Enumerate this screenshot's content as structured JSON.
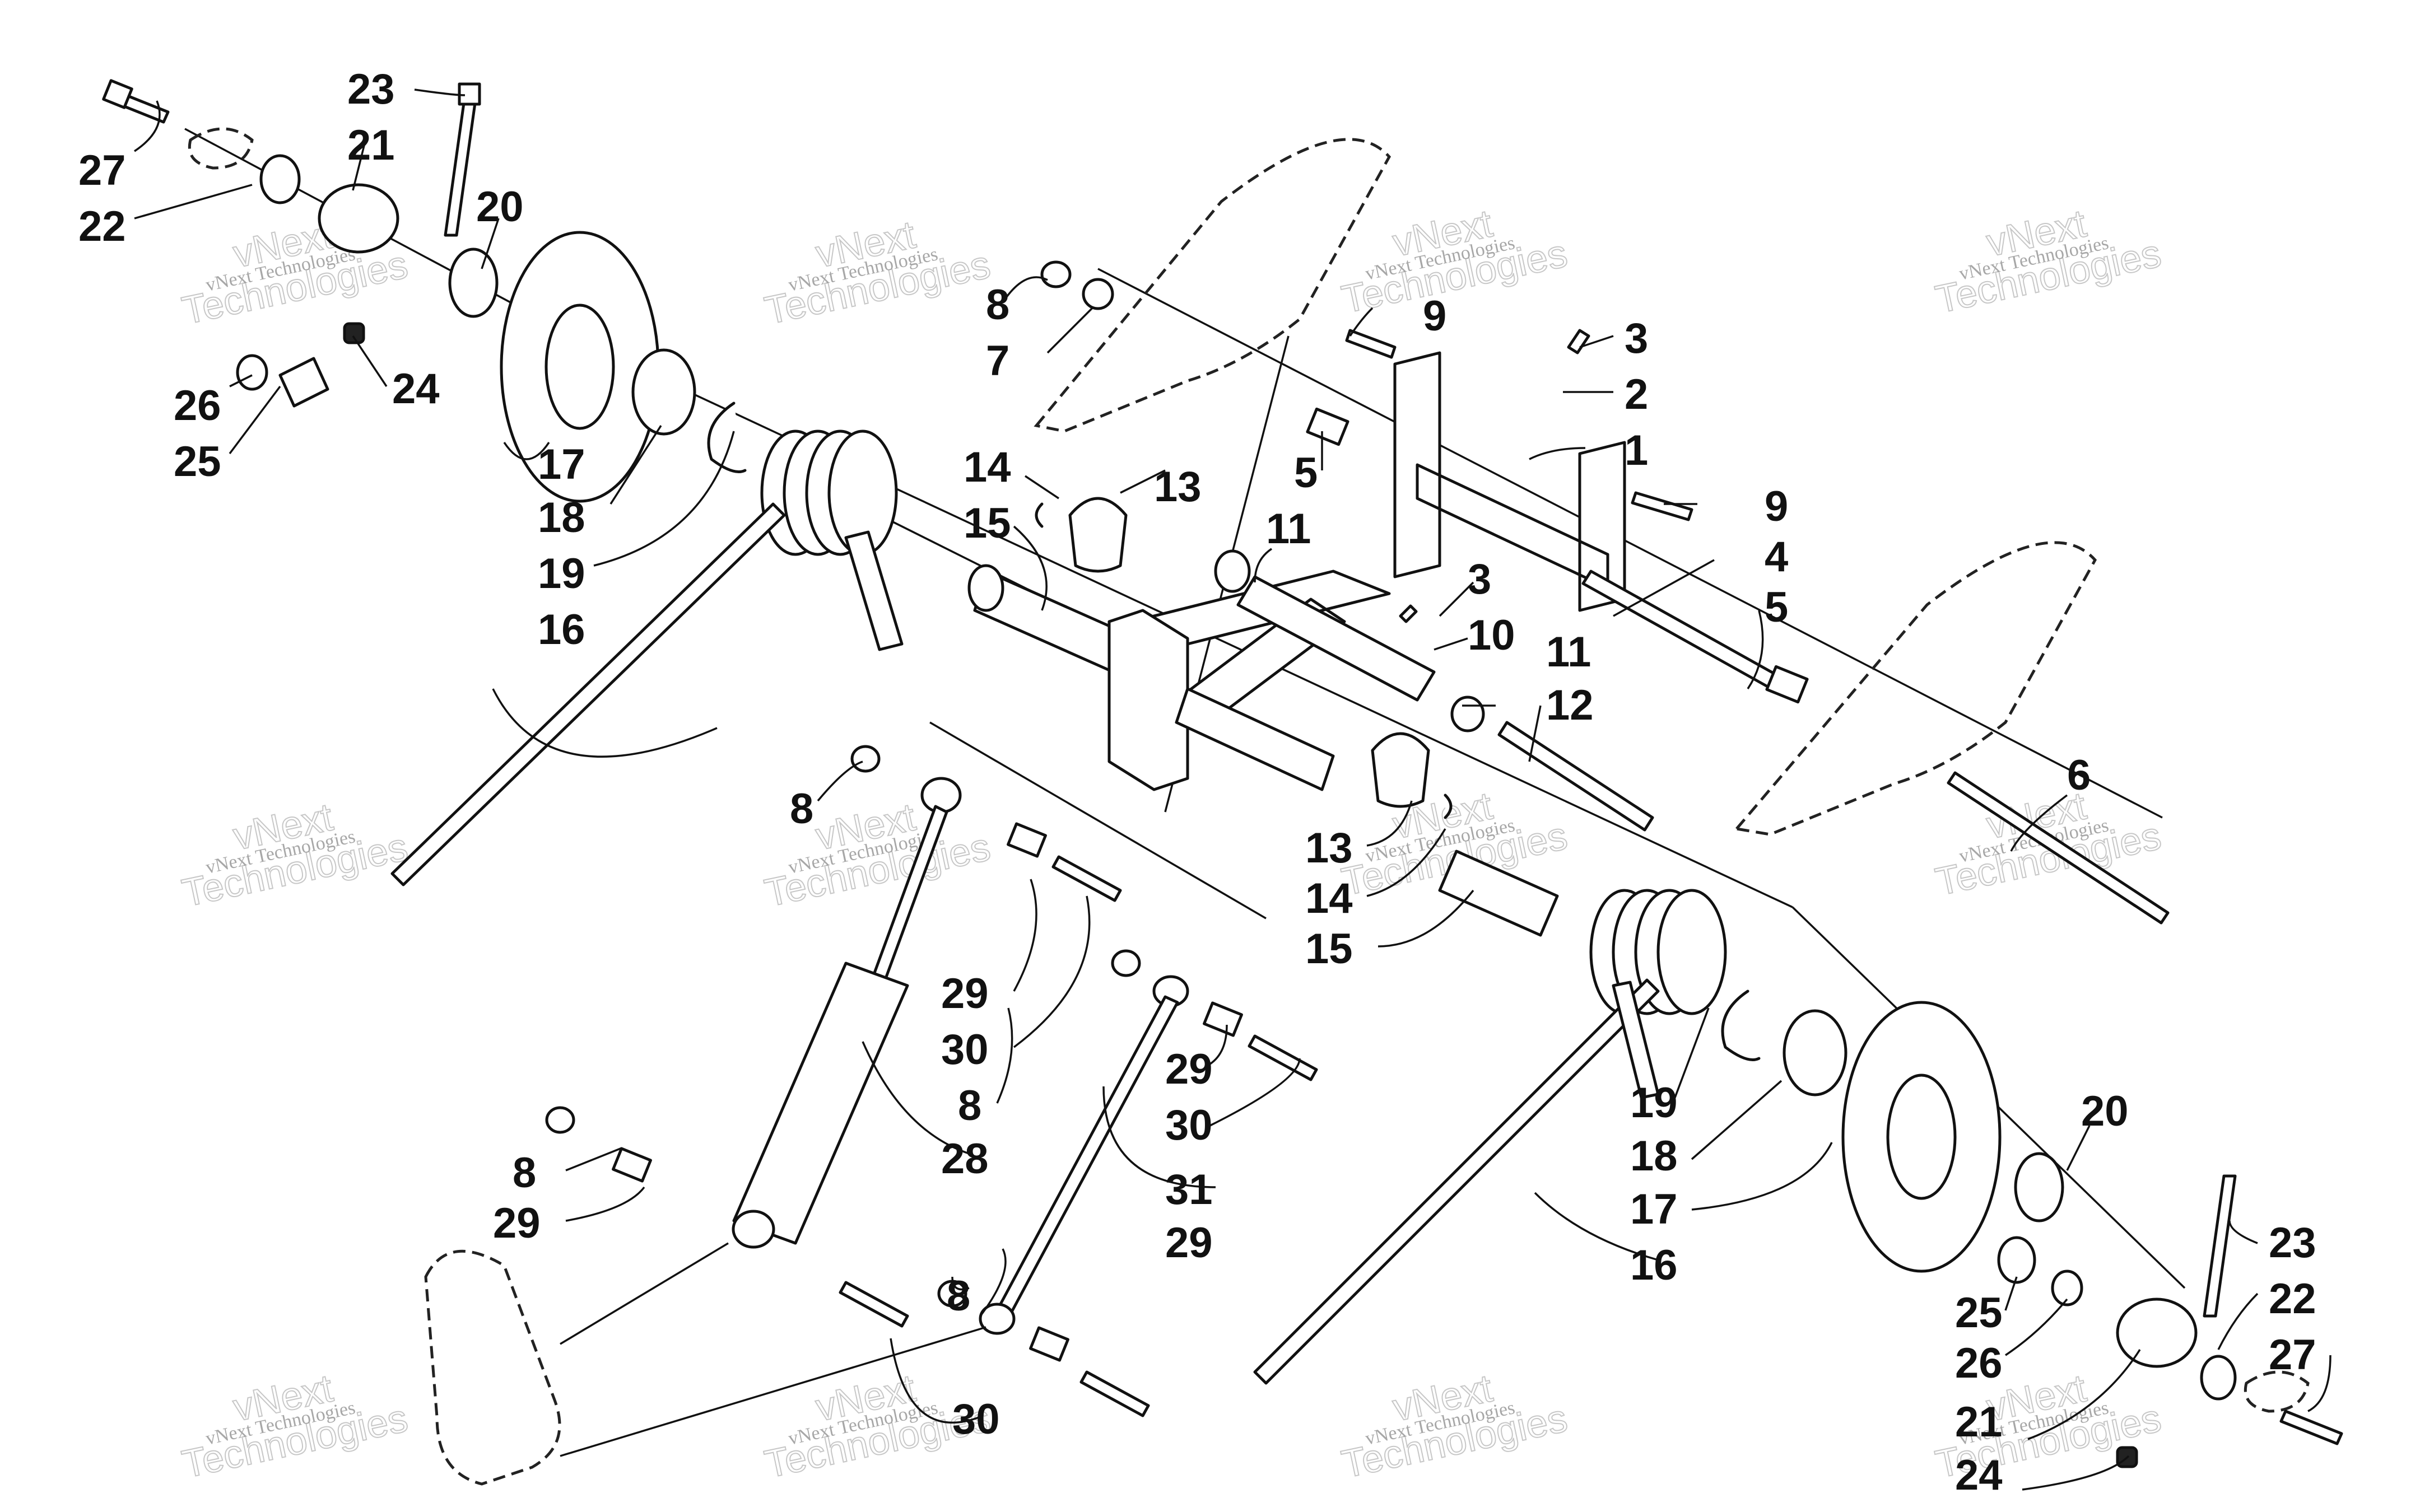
{
  "diagram": {
    "callouts": [
      {
        "id": "c27a",
        "text": "27"
      },
      {
        "id": "c22a",
        "text": "22"
      },
      {
        "id": "c23a",
        "text": "23"
      },
      {
        "id": "c21a",
        "text": "21"
      },
      {
        "id": "c20a",
        "text": "20"
      },
      {
        "id": "c24a",
        "text": "24"
      },
      {
        "id": "c26a",
        "text": "26"
      },
      {
        "id": "c25a",
        "text": "25"
      },
      {
        "id": "c17a",
        "text": "17"
      },
      {
        "id": "c18a",
        "text": "18"
      },
      {
        "id": "c19a",
        "text": "19"
      },
      {
        "id": "c16a",
        "text": "16"
      },
      {
        "id": "c8a",
        "text": "8"
      },
      {
        "id": "c7",
        "text": "7"
      },
      {
        "id": "c9a",
        "text": "9"
      },
      {
        "id": "c3a",
        "text": "3"
      },
      {
        "id": "c2",
        "text": "2"
      },
      {
        "id": "c1",
        "text": "1"
      },
      {
        "id": "c5a",
        "text": "5"
      },
      {
        "id": "c9b",
        "text": "9"
      },
      {
        "id": "c4",
        "text": "4"
      },
      {
        "id": "c5b",
        "text": "5"
      },
      {
        "id": "c14a",
        "text": "14"
      },
      {
        "id": "c13a",
        "text": "13"
      },
      {
        "id": "c15a",
        "text": "15"
      },
      {
        "id": "c11a",
        "text": "11"
      },
      {
        "id": "c3b",
        "text": "3"
      },
      {
        "id": "c10",
        "text": "10"
      },
      {
        "id": "c11b",
        "text": "11"
      },
      {
        "id": "c12",
        "text": "12"
      },
      {
        "id": "c6",
        "text": "6"
      },
      {
        "id": "c8b",
        "text": "8"
      },
      {
        "id": "c13b",
        "text": "13"
      },
      {
        "id": "c14b",
        "text": "14"
      },
      {
        "id": "c15b",
        "text": "15"
      },
      {
        "id": "c29a",
        "text": "29"
      },
      {
        "id": "c30a",
        "text": "30"
      },
      {
        "id": "c8c",
        "text": "8"
      },
      {
        "id": "c29b",
        "text": "29"
      },
      {
        "id": "c30b",
        "text": "30"
      },
      {
        "id": "c28",
        "text": "28"
      },
      {
        "id": "c31",
        "text": "31"
      },
      {
        "id": "c8d",
        "text": "8"
      },
      {
        "id": "c29c",
        "text": "29"
      },
      {
        "id": "c8e",
        "text": "8"
      },
      {
        "id": "c29d",
        "text": "29"
      },
      {
        "id": "c30c",
        "text": "30"
      },
      {
        "id": "c19b",
        "text": "19"
      },
      {
        "id": "c18b",
        "text": "18"
      },
      {
        "id": "c17b",
        "text": "17"
      },
      {
        "id": "c16b",
        "text": "16"
      },
      {
        "id": "c20b",
        "text": "20"
      },
      {
        "id": "c23b",
        "text": "23"
      },
      {
        "id": "c22b",
        "text": "22"
      },
      {
        "id": "c25b",
        "text": "25"
      },
      {
        "id": "c26b",
        "text": "26"
      },
      {
        "id": "c27b",
        "text": "27"
      },
      {
        "id": "c21b",
        "text": "21"
      },
      {
        "id": "c24b",
        "text": "24"
      }
    ]
  },
  "watermark": {
    "small_text": "vNext Technologies",
    "large_line1": "vNext",
    "large_line2": "Technologies"
  }
}
